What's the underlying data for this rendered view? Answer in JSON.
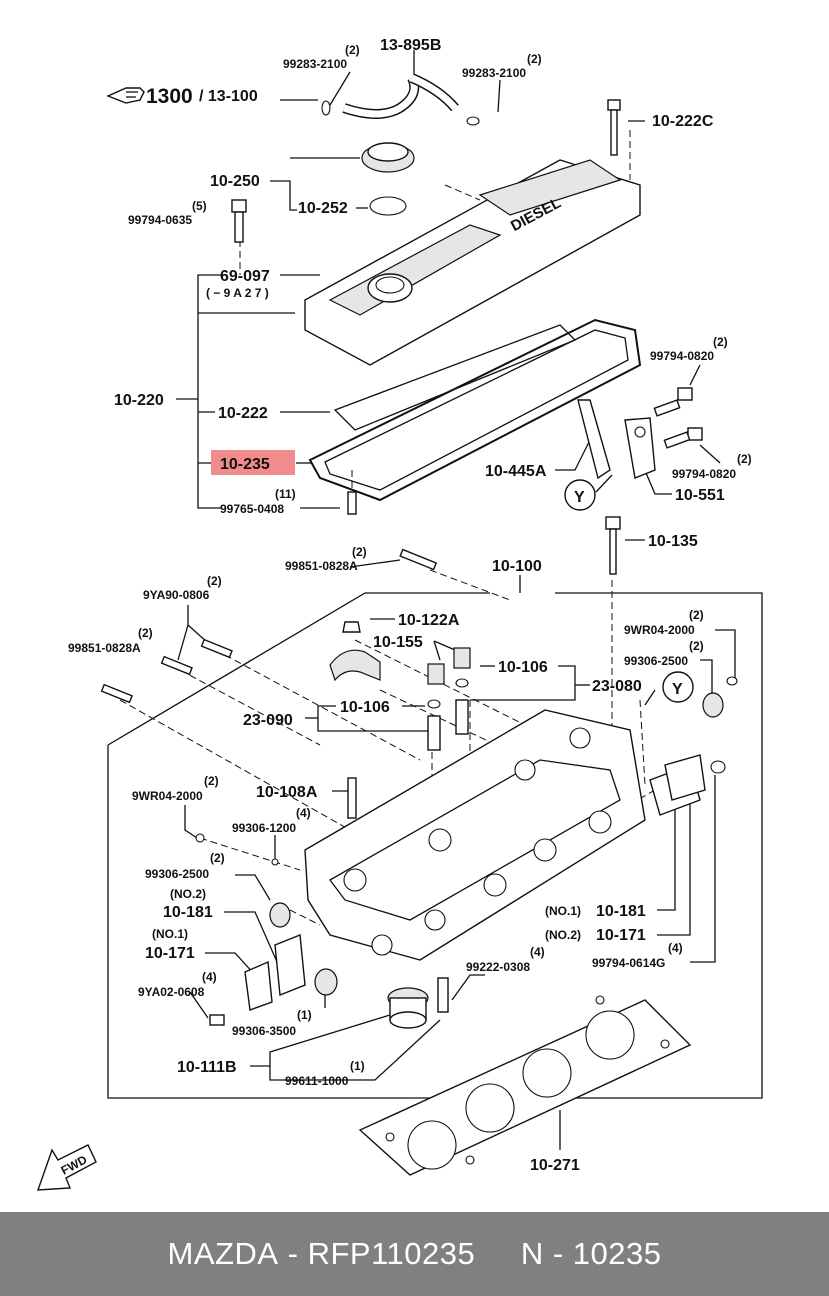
{
  "labels": {
    "l_13_895b": "13-895B",
    "l_99283_a_q": "(2)",
    "l_99283_a": "99283-2100",
    "l_99283_b_q": "(2)",
    "l_99283_b": "99283-2100",
    "l_1300": "1300",
    "l_13_100": "/ 13-100",
    "l_10_222c": "10-222C",
    "l_10_250": "10-250",
    "l_10_252": "10-252",
    "l_99794_0635_q": "(5)",
    "l_99794_0635": "99794-0635",
    "l_69_097": "69-097",
    "l_9a27": "( − 9 A 2 7 )",
    "l_10_220": "10-220",
    "l_10_222": "10-222",
    "l_10_235": "10-235",
    "l_99765_q": "(11)",
    "l_99765": "99765-0408",
    "l_99794_0820a_q": "(2)",
    "l_99794_0820a": "99794-0820",
    "l_99794_0820b_q": "(2)",
    "l_99794_0820b": "99794-0820",
    "l_10_445a": "10-445A",
    "l_10_551": "10-551",
    "l_y1": "Y",
    "l_10_135": "10-135",
    "l_99851_a_q": "(2)",
    "l_99851_a": "99851-0828A",
    "l_10_100": "10-100",
    "l_9ya90_q": "(2)",
    "l_9ya90": "9YA90-0806",
    "l_99851_b_q": "(2)",
    "l_99851_b": "99851-0828A",
    "l_10_122a": "10-122A",
    "l_10_155": "10-155",
    "l_9wr04_a_q": "(2)",
    "l_9wr04_a": "9WR04-2000",
    "l_99306_2500a_q": "(2)",
    "l_99306_2500a": "99306-2500",
    "l_10_106a": "10-106",
    "l_23_080": "23-080",
    "l_y2": "Y",
    "l_23_090": "23-090",
    "l_10_106b": "10-106",
    "l_10_108a": "10-108A",
    "l_9wr04_b_q": "(2)",
    "l_9wr04_b": "9WR04-2000",
    "l_99306_1200_q": "(4)",
    "l_99306_1200": "99306-1200",
    "l_99306_2500b_q": "(2)",
    "l_99306_2500b": "99306-2500",
    "l_no2a": "(NO.2)",
    "l_10_181a": "10-181",
    "l_no1a": "(NO.1)",
    "l_10_171a": "10-171",
    "l_no1b": "(NO.1)",
    "l_10_181b": "10-181",
    "l_no2b": "(NO.2)",
    "l_10_171b": "10-171",
    "l_99794_0614g_q": "(4)",
    "l_99794_0614g": "99794-0614G",
    "l_9ya02_q": "(4)",
    "l_9ya02": "9YA02-0608",
    "l_99222_q": "(4)",
    "l_99222": "99222-0308",
    "l_99306_3500_q": "(1)",
    "l_99306_3500": "99306-3500",
    "l_10_111b": "10-111B",
    "l_99611_q": "(1)",
    "l_99611": "99611-1000",
    "l_10_271": "10-271",
    "l_diesel": "DIESEL",
    "l_fwd": "FWD"
  },
  "footer": {
    "brand": "MAZDA",
    "sep1": " - ",
    "part_number": "RFP110235",
    "gap": "     ",
    "short": "N - 10235"
  },
  "highlight_color": "#f28b8b",
  "icons": [
    "hand-pointer-icon",
    "fwd-arrow-icon"
  ]
}
